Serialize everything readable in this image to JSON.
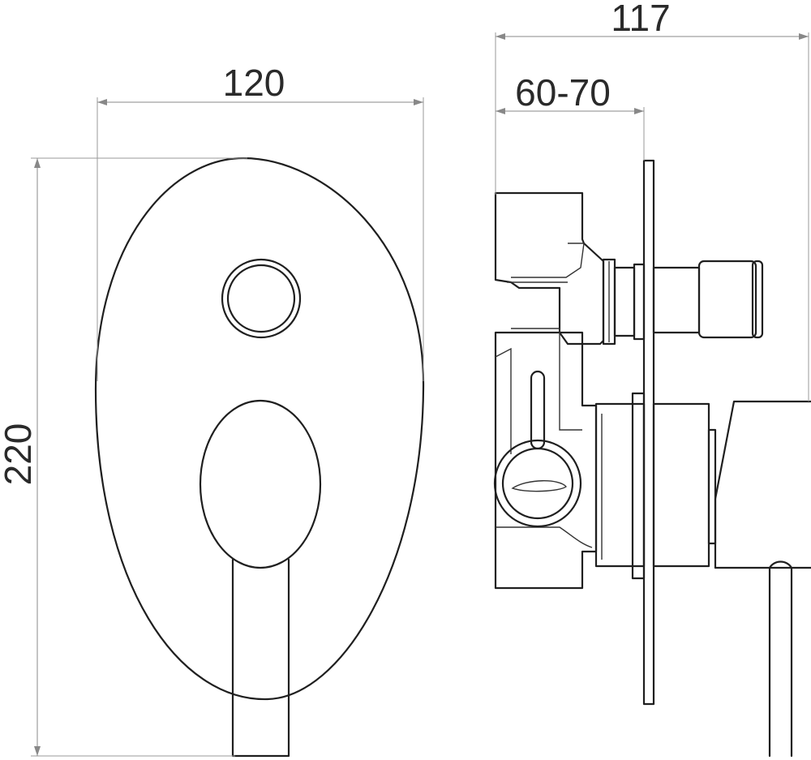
{
  "dimensions": {
    "front_width": "120",
    "front_height": "220",
    "side_depth_total": "117",
    "side_depth_range": "60-70"
  },
  "colors": {
    "line": "#1f1f1f",
    "dimension": "#888888",
    "background": "#ffffff"
  }
}
